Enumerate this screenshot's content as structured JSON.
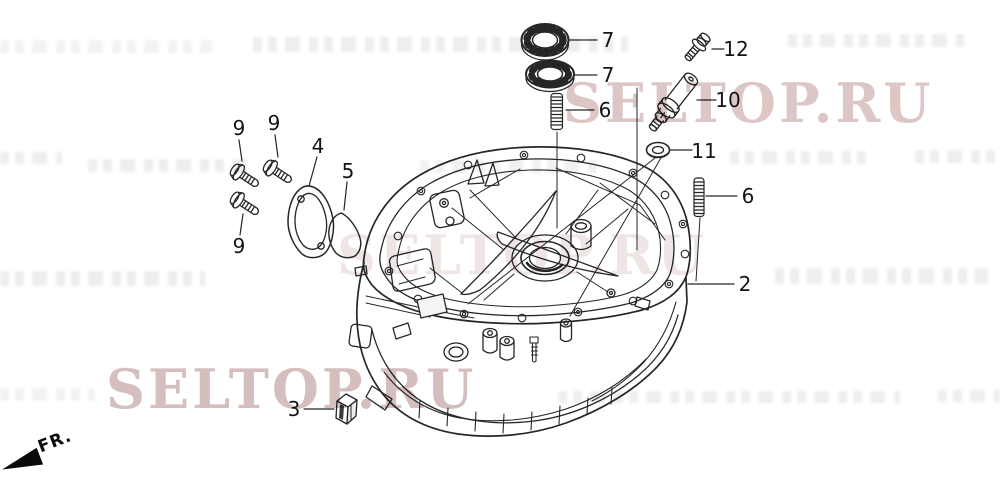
{
  "watermark": {
    "text": "SELTOP.RU",
    "color": "#dcc6c6"
  },
  "front_marker": {
    "label": "FR."
  },
  "colors": {
    "line": "#262626",
    "background": "#ffffff",
    "watermark_pink": "#dcc6c6"
  },
  "callouts": [
    {
      "label": "7"
    },
    {
      "label": "7"
    },
    {
      "label": "6"
    },
    {
      "label": "12"
    },
    {
      "label": "10"
    },
    {
      "label": "11"
    },
    {
      "label": "6"
    },
    {
      "label": "2"
    },
    {
      "label": "9"
    },
    {
      "label": "9"
    },
    {
      "label": "9"
    },
    {
      "label": "4"
    },
    {
      "label": "5"
    },
    {
      "label": "3"
    }
  ]
}
